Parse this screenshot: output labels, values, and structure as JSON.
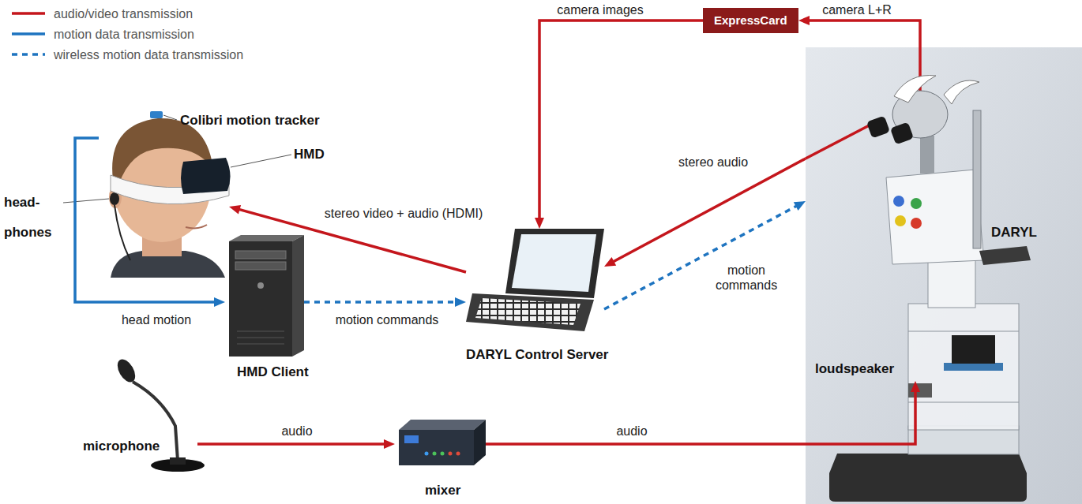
{
  "diagram": {
    "nodes": [
      {
        "text": [
          "ExpressCard"
        ]
      },
      {
        "text": [
          "Colibri motion tracker",
          "HMD",
          "head- phones"
        ]
      },
      {
        "text": [
          "HMD Client"
        ]
      },
      {
        "text": [
          "DARYL Control Server"
        ]
      },
      {
        "text": [
          "microphone"
        ]
      },
      {
        "text": [
          "mixer"
        ]
      },
      {
        "text": [
          "DARYL"
        ]
      },
      {
        "text": [
          "loudspeaker"
        ],
        "in": 6
      }
    ],
    "edges": [
      {
        "from": 6,
        "to": 0,
        "arrow": "to",
        "label": "camera L+R"
      },
      {
        "from": 0,
        "to": 3,
        "arrow": "to",
        "label": "camera images"
      },
      {
        "from": 6,
        "to": 3,
        "arrow": "to",
        "label": "stereo audio"
      },
      {
        "from": 3,
        "to": 1,
        "arrow": "to",
        "label": "stereo video + audio (HDMI)"
      },
      {
        "from": 1,
        "to": 2,
        "arrow": "to",
        "label": "head motion"
      },
      {
        "from": 2,
        "to": 3,
        "arrow": "to",
        "label": "motion commands"
      },
      {
        "from": 3,
        "to": 6,
        "arrow": "to",
        "label": "motion commands"
      },
      {
        "from": 4,
        "to": 5,
        "arrow": "to",
        "label": "audio"
      },
      {
        "from": 5,
        "to": 7,
        "arrow": "to",
        "label": "audio"
      }
    ],
    "legend": [
      {
        "text": "audio/video transmission"
      },
      {
        "text": "motion data transmission"
      },
      {
        "text": "wireless motion data transmission"
      }
    ]
  }
}
